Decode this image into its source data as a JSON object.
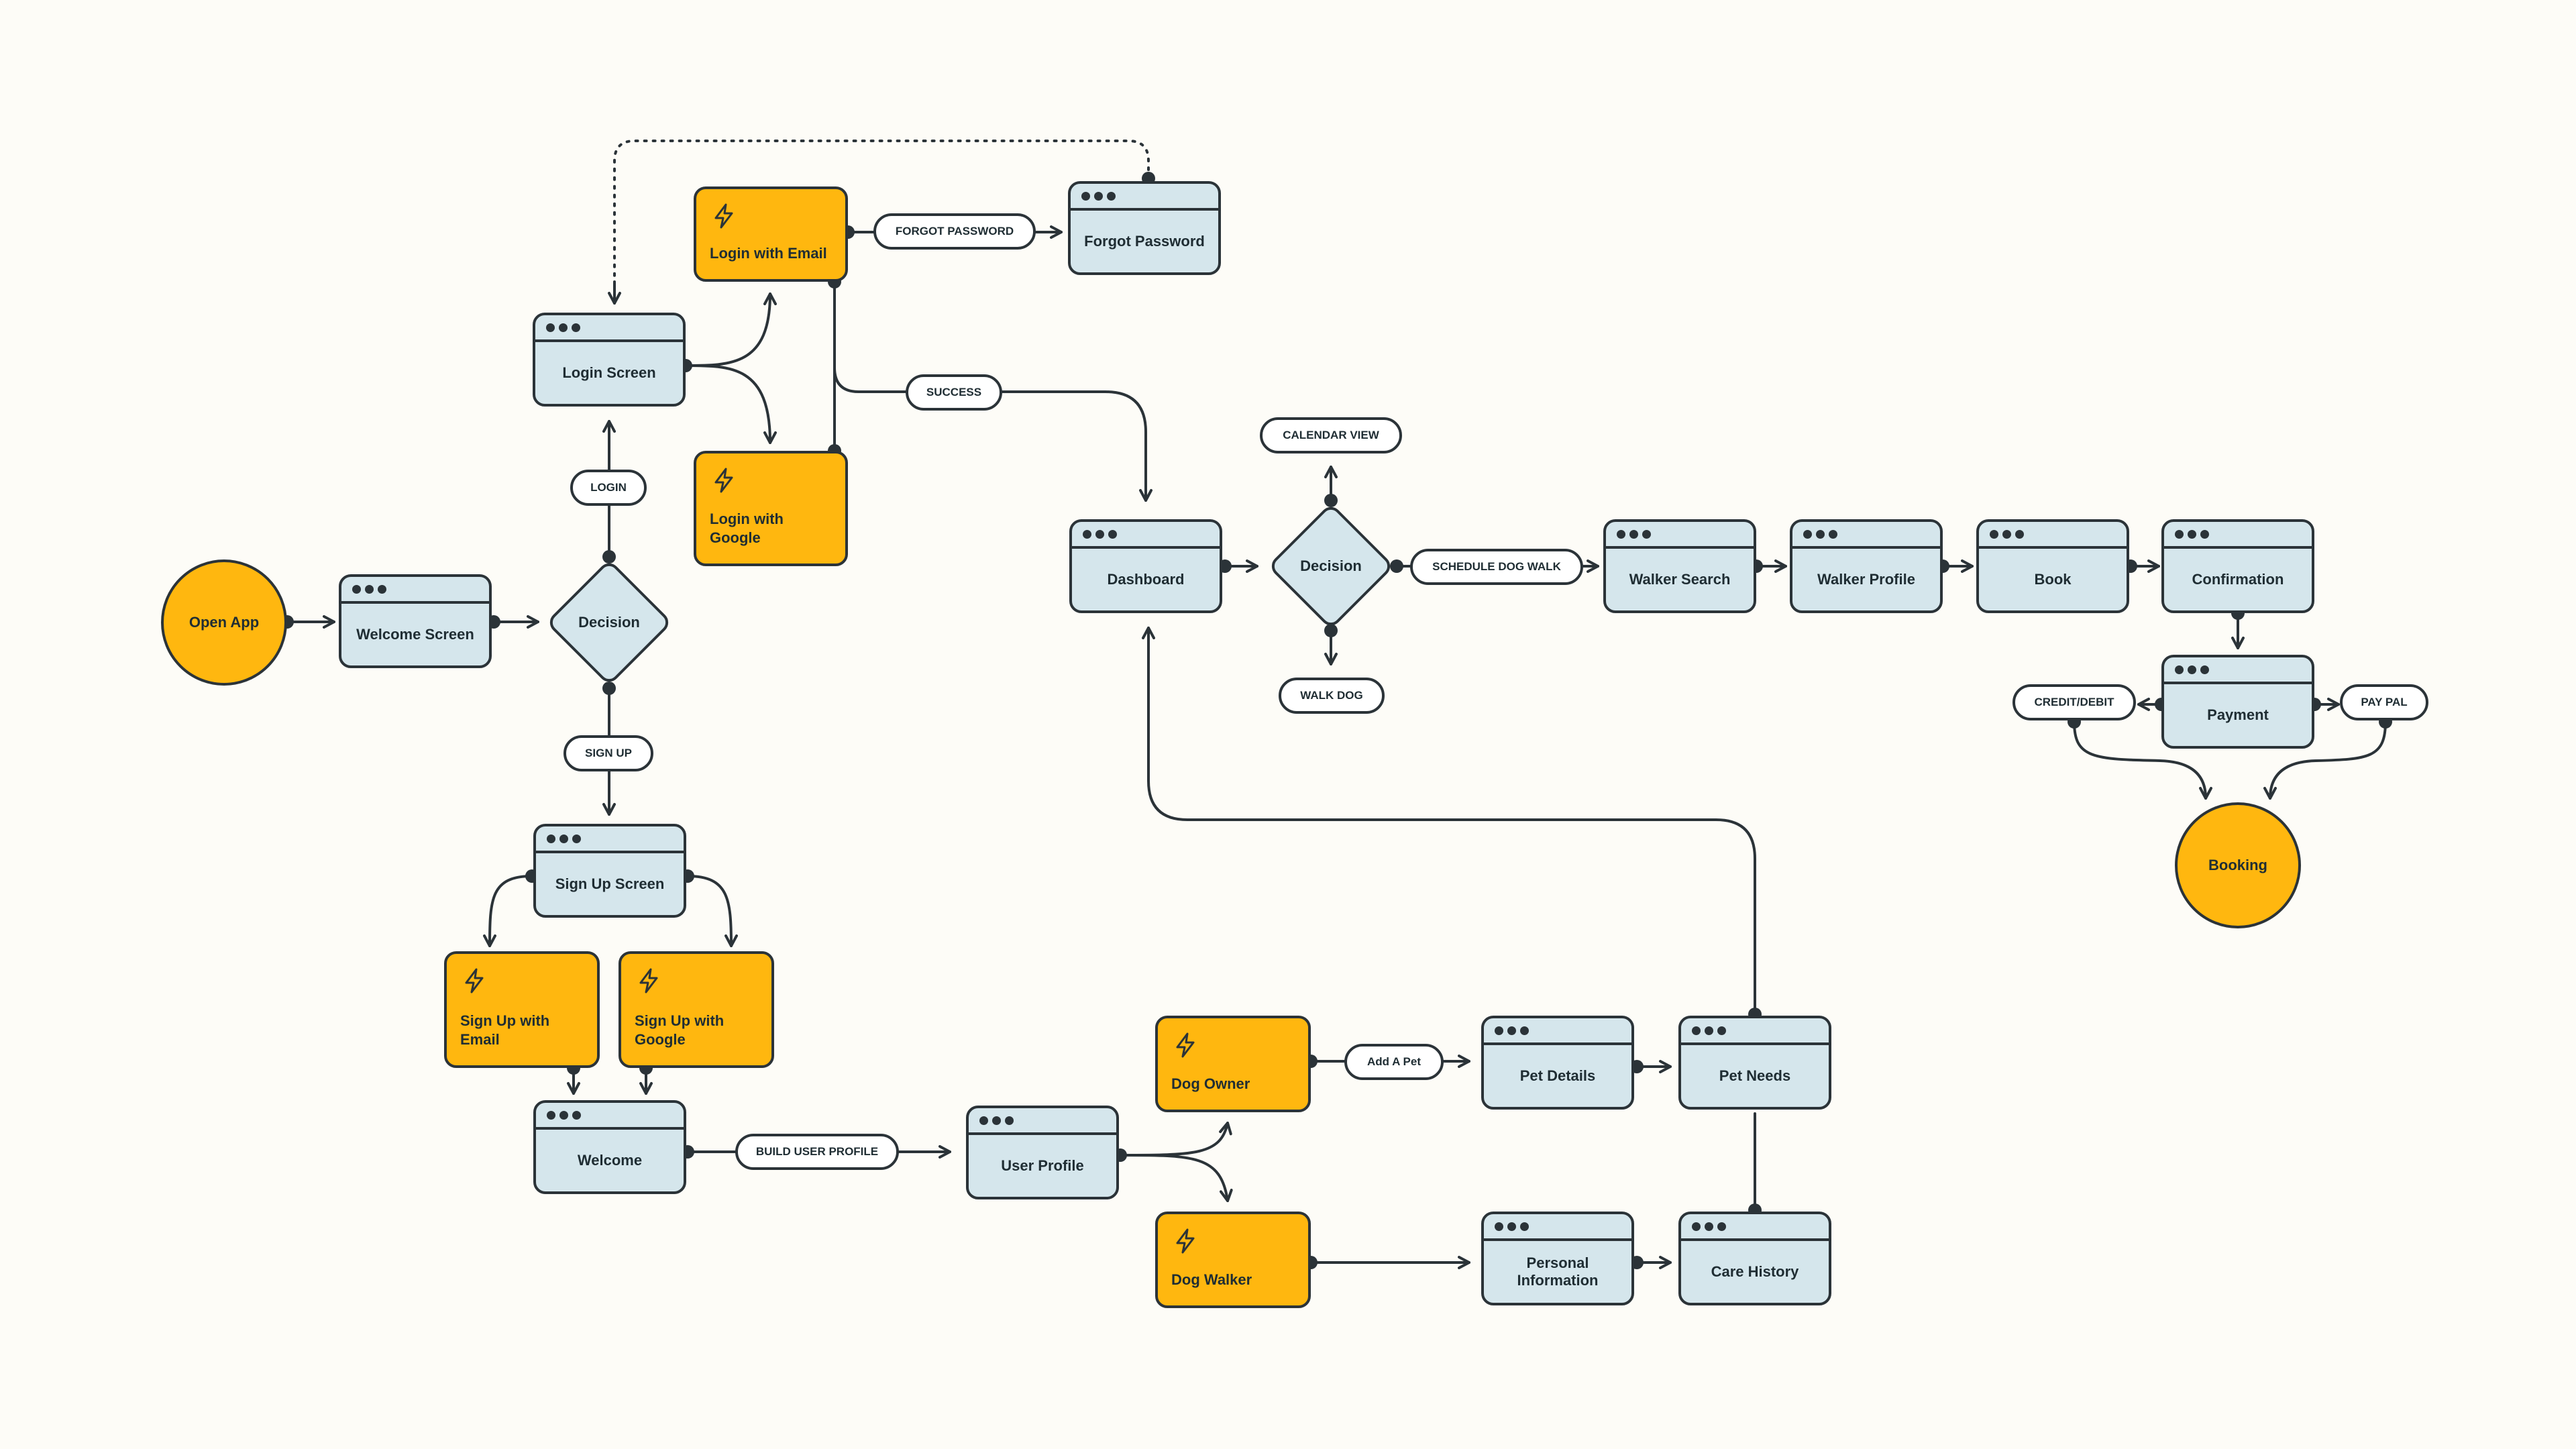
{
  "colors": {
    "background": "#fdfcf7",
    "screen_fill": "#d5e6ec",
    "action_fill": "#ffb70f",
    "stroke": "#2b3338",
    "pill_fill": "#ffffff"
  },
  "icons": {
    "screen_header": "three-dots",
    "action": "lightning-bolt-icon"
  },
  "circles": {
    "open_app": "Open App",
    "booking": "Booking"
  },
  "screens": {
    "welcome_screen": "Welcome Screen",
    "login_screen": "Login Screen",
    "forgot_password": "Forgot Password",
    "sign_up_screen": "Sign Up Screen",
    "welcome": "Welcome",
    "user_profile": "User Profile",
    "dashboard": "Dashboard",
    "walker_search": "Walker Search",
    "walker_profile": "Walker Profile",
    "book": "Book",
    "confirmation": "Confirmation",
    "payment": "Payment",
    "pet_details": "Pet Details",
    "pet_needs": "Pet Needs",
    "personal_information": "Personal Information",
    "care_history": "Care History"
  },
  "actions": {
    "login_with_email": "Login with Email",
    "login_with_google": "Login with Google",
    "sign_up_with_email": "Sign Up with Email",
    "sign_up_with_google": "Sign Up with Google",
    "dog_owner": "Dog Owner",
    "dog_walker": "Dog Walker"
  },
  "decisions": {
    "decision_1": "Decision",
    "decision_2": "Decision"
  },
  "pills": {
    "login": "LOGIN",
    "sign_up": "SIGN UP",
    "forgot_password": "FORGOT PASSWORD",
    "success": "SUCCESS",
    "build_user_profile": "BUILD USER PROFILE",
    "calendar_view": "CALENDAR VIEW",
    "walk_dog": "WALK DOG",
    "schedule_dog_walk": "SCHEDULE DOG WALK",
    "add_a_pet": "Add A Pet",
    "credit_debit": "CREDIT/DEBIT",
    "pay_pal": "PAY PAL"
  }
}
